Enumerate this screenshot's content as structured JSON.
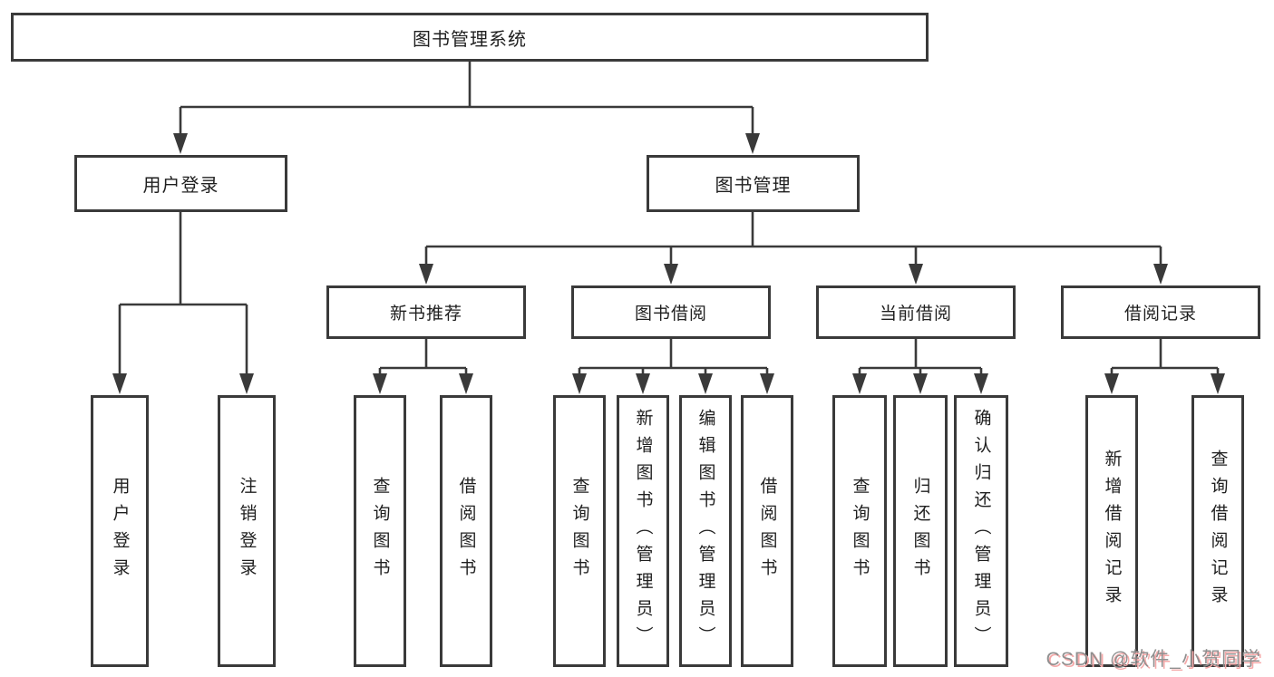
{
  "nodes": {
    "root": "图书管理系统",
    "level2": [
      "用户登录",
      "图书管理"
    ],
    "level3": [
      "新书推荐",
      "图书借阅",
      "当前借阅",
      "借阅记录"
    ],
    "leaves_user_login": [
      "用户登录",
      "注销登录"
    ],
    "leaves_new_books": [
      "查询图书",
      "借阅图书"
    ],
    "leaves_book_borrow": [
      "查询图书",
      "新增图书（管理员）",
      "编辑图书（管理员）",
      "借阅图书"
    ],
    "leaves_current_borrow": [
      "查询图书",
      "归还图书",
      "确认归还（管理员）"
    ],
    "leaves_borrow_records": [
      "新增借阅记录",
      "查询借阅记录"
    ]
  },
  "watermark": "CSDN @软件_小贺同学",
  "colors": {
    "line": "#3a3a3a",
    "box_border": "#3a3a3a",
    "text": "#1f1f1f",
    "background": "#ffffff",
    "watermark_text": "#8f8f8f",
    "watermark_shadow": "#f5a9a9"
  }
}
